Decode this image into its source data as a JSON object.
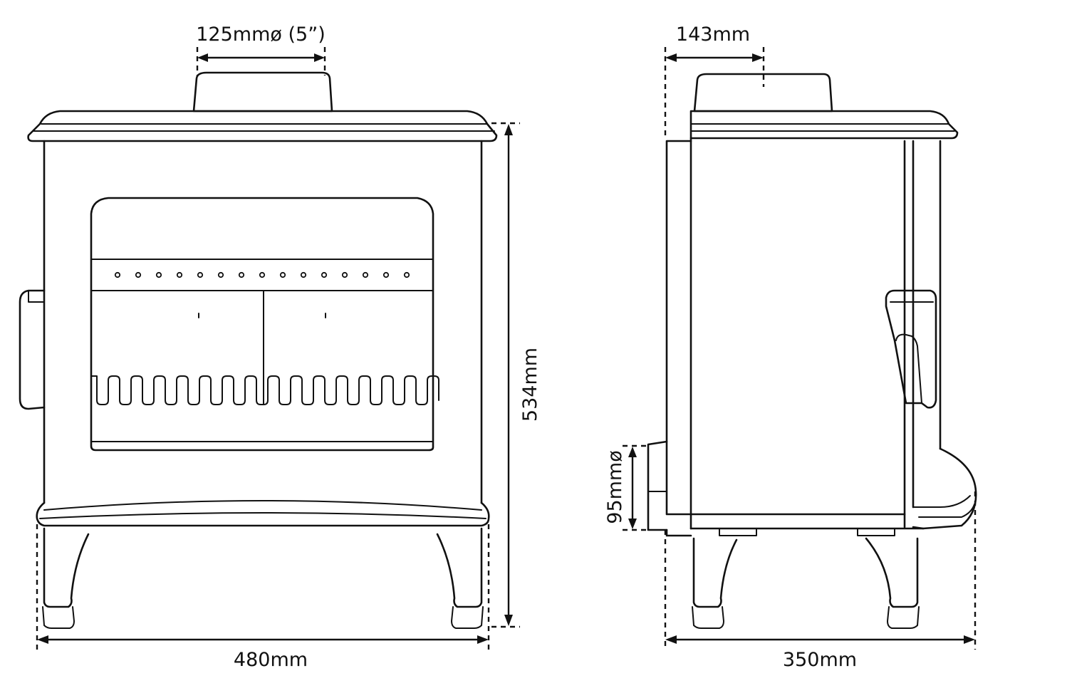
{
  "front_view": {
    "flue_diameter_label": "125mmø (5”)",
    "width_label": "480mm",
    "height_label": "534mm"
  },
  "side_view": {
    "flue_offset_label": "143mm",
    "outlet_diameter_label": "95mmø",
    "depth_label": "350mm"
  },
  "colors": {
    "line": "#111111",
    "background": "#ffffff"
  }
}
